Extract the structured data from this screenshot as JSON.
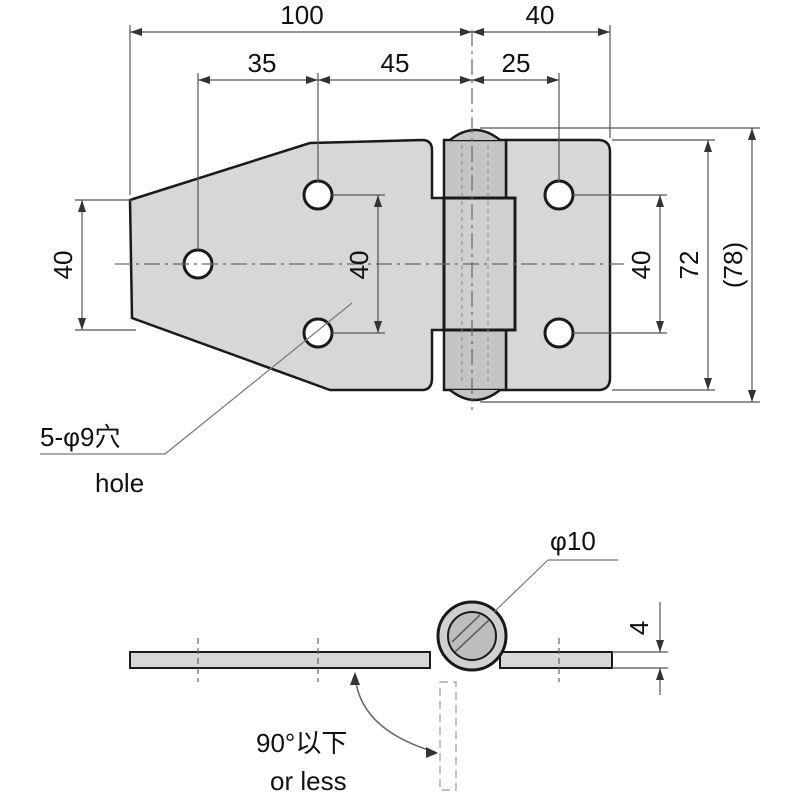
{
  "dimensions": {
    "top_overall_left": "100",
    "top_overall_right": "40",
    "top_left_a": "35",
    "top_left_b": "45",
    "top_right_a": "25",
    "left_height": "40",
    "center_height": "40",
    "right_height": "40",
    "height_72": "72",
    "height_78": "(78)",
    "pin_diameter": "φ10",
    "thickness": "4"
  },
  "notes": {
    "holes_jp": "5-φ9穴",
    "holes_en": "hole",
    "angle_jp": "90°以下",
    "angle_en": "or less"
  }
}
